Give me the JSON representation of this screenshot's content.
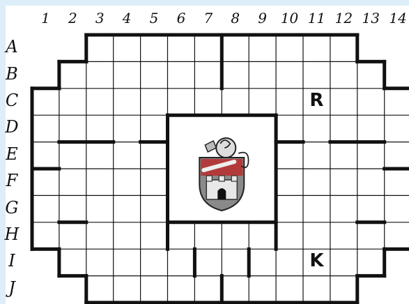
{
  "board": {
    "columns": [
      "1",
      "2",
      "3",
      "4",
      "5",
      "6",
      "7",
      "8",
      "9",
      "10",
      "11",
      "12",
      "13",
      "14"
    ],
    "rows": [
      "A",
      "B",
      "C",
      "D",
      "E",
      "F",
      "G",
      "H",
      "I",
      "J"
    ],
    "markers": [
      {
        "label": "R",
        "row": "C",
        "col": "11"
      },
      {
        "label": "K",
        "row": "I",
        "col": "11"
      }
    ],
    "center_emblem": {
      "description_icon": "coat-of-arms-lion-castle-icon",
      "occupies_rows": [
        "D",
        "E",
        "F",
        "G"
      ],
      "occupies_cols": [
        "6",
        "7",
        "8",
        "9"
      ]
    },
    "colors": {
      "background": "#ffffff",
      "page_bg": "#ddeef8",
      "grid_line": "#111111",
      "shield_red": "#b33a3a",
      "shield_gray": "#8a8a8a"
    }
  }
}
